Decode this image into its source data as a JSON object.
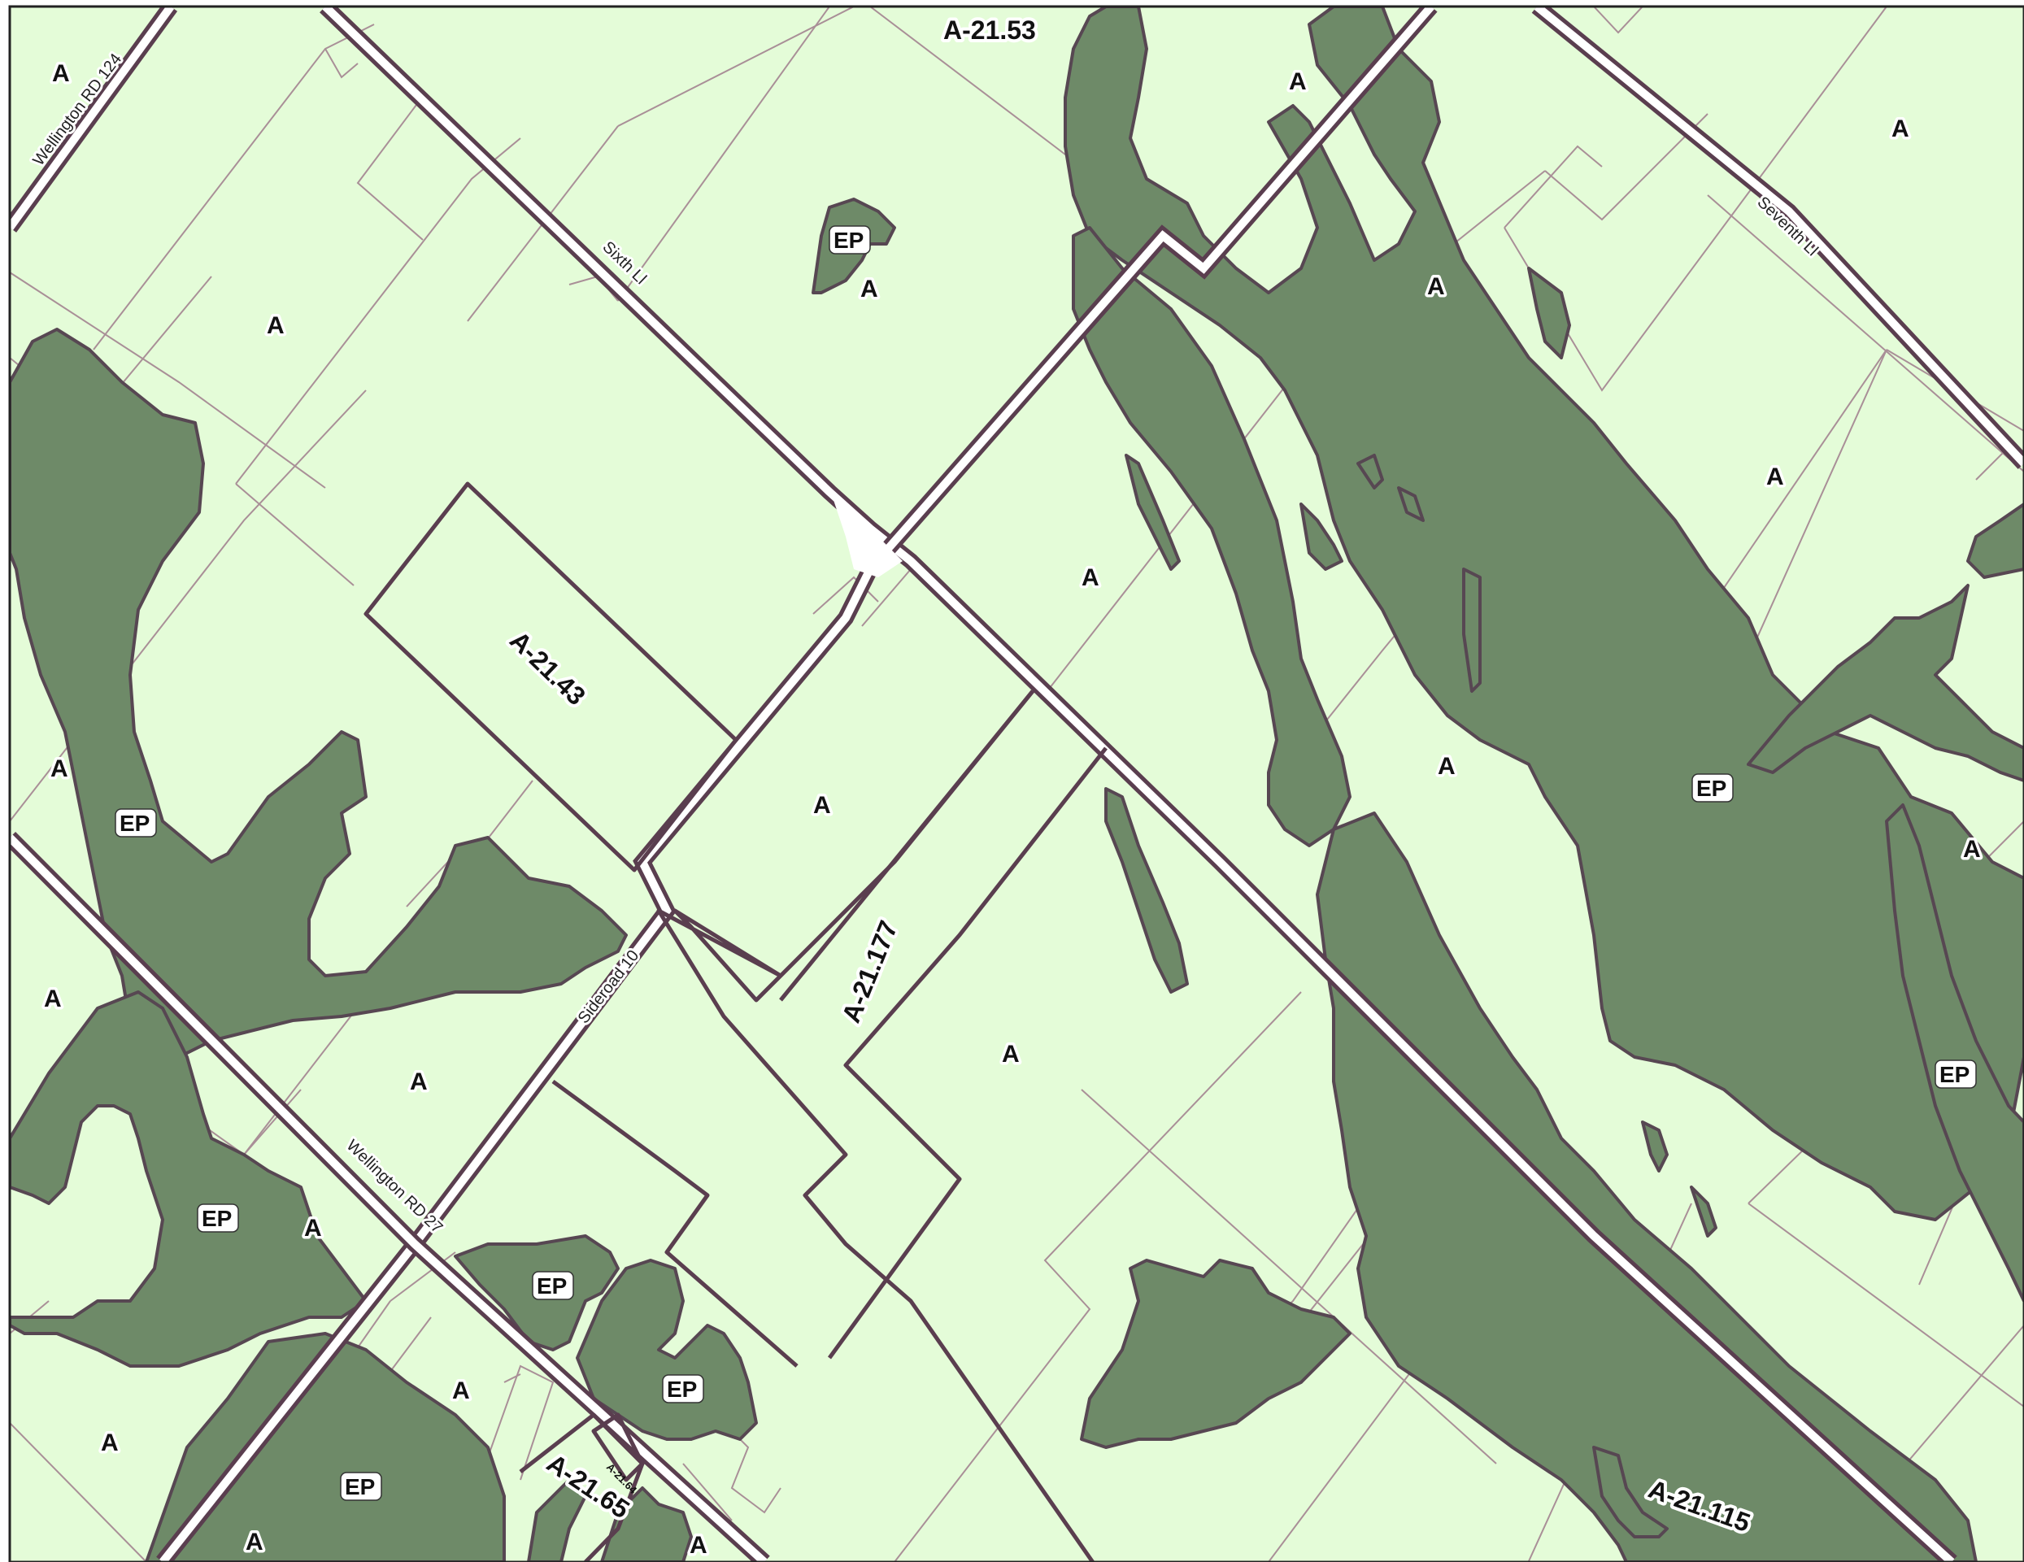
{
  "colors": {
    "agricultural_fill": "#e4fcd8",
    "environmental_protection_fill": "#6e8a68",
    "boundary": "#5a3e4f",
    "parcel_line": "#a98f97",
    "road": "#ffffff"
  },
  "roads": {
    "wellington_rd_124": "Wellington RD 124",
    "sixth_line": "Sixth Ll",
    "seventh_line": "Seventh Ll",
    "sideroad_10": "Sideroad 10",
    "wellington_rd_27": "Wellington RD 27"
  },
  "zones": {
    "agricultural": "A",
    "environmental_protection": "EP"
  },
  "amendments": {
    "a_21_53": "A-21.53",
    "a_21_43": "A-21.43",
    "a_21_177": "A-21.177",
    "a_21_65": "A-21.65",
    "a_21_64": "A-21.64",
    "a_21_115": "A-21.115"
  }
}
